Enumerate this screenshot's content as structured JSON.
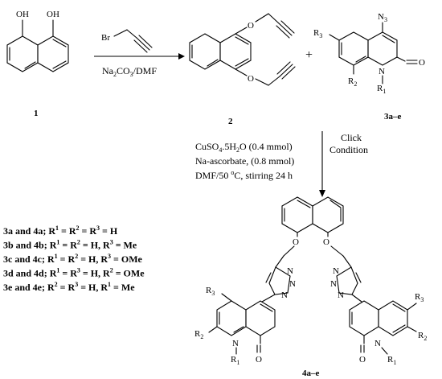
{
  "atoms": {
    "oh": "OH",
    "br": "Br",
    "o": "O",
    "n3": "N",
    "n3_sub": "3",
    "r": "R",
    "n": "N",
    "sub1": "1",
    "sub2": "2",
    "sub3": "3",
    "carbonyl_o": "O"
  },
  "step1": {
    "reagent": "Na",
    "sub1": "2",
    "mid": "CO",
    "sub2": "3",
    "tail": "/DMF"
  },
  "plus": "+",
  "compounds": {
    "c1": "1",
    "c2": "2",
    "c3": "3a–e",
    "c4": "4a–e"
  },
  "step2": {
    "line1_a": "CuSO",
    "line1_sub": "4",
    "line1_b": ".5H",
    "line1_sub2": "2",
    "line1_c": "O (0.4 mmol)",
    "line2": "Na-ascorbate, (0.8 mmol)",
    "line3_a": "DMF/50 ",
    "line3_sup": "o",
    "line3_b": "C, stirring 24 h",
    "click1": "Click",
    "click2": "Condition"
  },
  "legend": [
    {
      "head": "3a and 4a; R",
      "s1": "1",
      "m1": " = R",
      "s2": "2",
      "m2": " = R",
      "s3": "3",
      "tail": " = H"
    },
    {
      "head": "3b and 4b; R",
      "s1": "1",
      "m1": " = R",
      "s2": "2",
      "m2": " = H, R",
      "s3": "3",
      "tail": " = Me"
    },
    {
      "head": "3c and 4c; R",
      "s1": "1",
      "m1": " = R",
      "s2": "2",
      "m2": " = H, R",
      "s3": "3",
      "tail": " = OMe"
    },
    {
      "head": "3d and 4d; R",
      "s1": "1",
      "m1": " = R",
      "s2": "3",
      "m2": " = H, R",
      "s3": "2",
      "tail": " = OMe"
    },
    {
      "head": "3e and 4e; R",
      "s1": "2",
      "m1": " = R",
      "s2": "3",
      "m2": " = H, R",
      "s3": "1",
      "tail": " = Me"
    }
  ]
}
